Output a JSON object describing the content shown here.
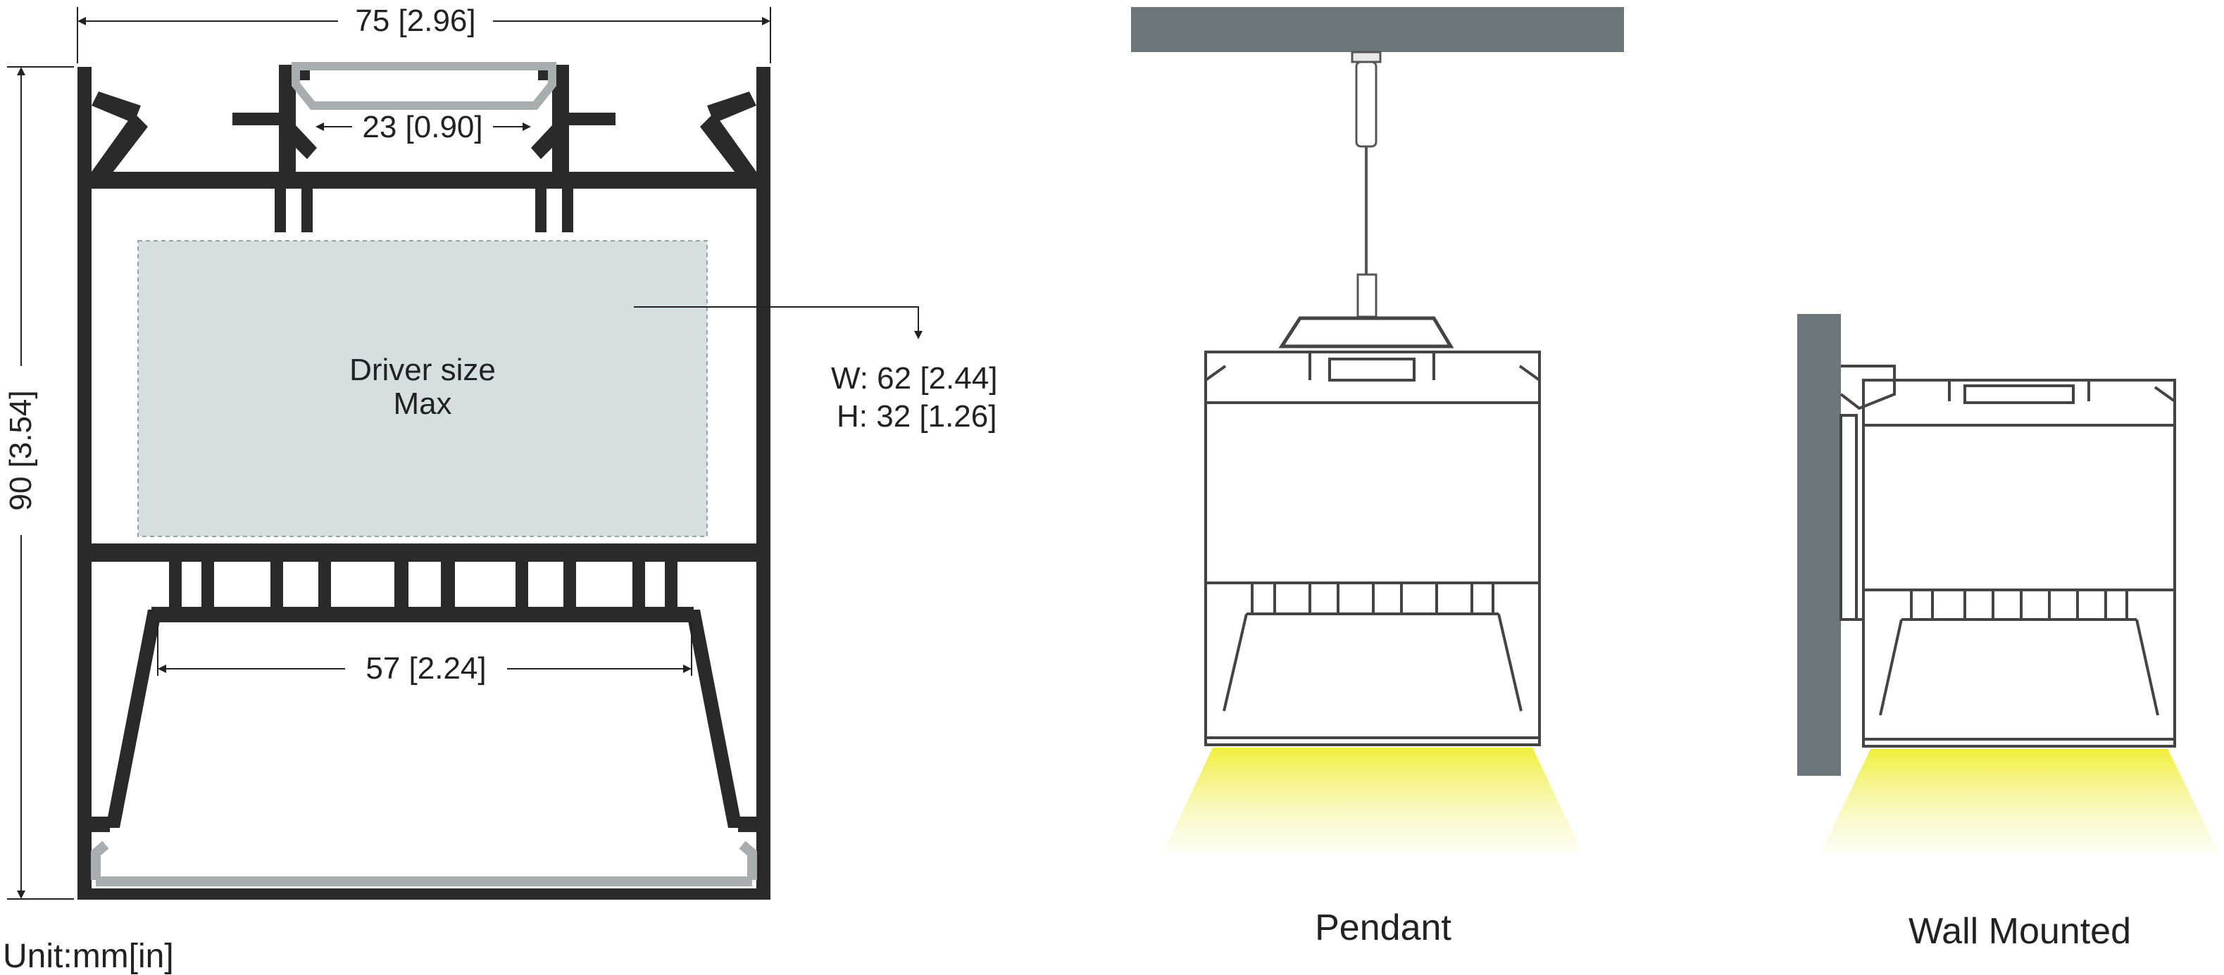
{
  "dimensions": {
    "overall_width": "75 [2.96]",
    "overall_height": "90 [3.54]",
    "top_opening": "23 [0.90]",
    "bottom_opening": "57 [2.24]"
  },
  "driver": {
    "label_line1": "Driver size",
    "label_line2": "Max",
    "width": "W: 62 [2.44]",
    "height": "H: 32 [1.26]"
  },
  "views": {
    "pendant_label": "Pendant",
    "wall_label": "Wall Mounted"
  },
  "unit_label": "Unit:mm[in]",
  "colors": {
    "profile": "#2a2a2a",
    "insert": "#a8adb0",
    "driver_area": "#d5dfdf",
    "ceiling_wall": "#6b777a",
    "light": "#f0ef3a"
  }
}
